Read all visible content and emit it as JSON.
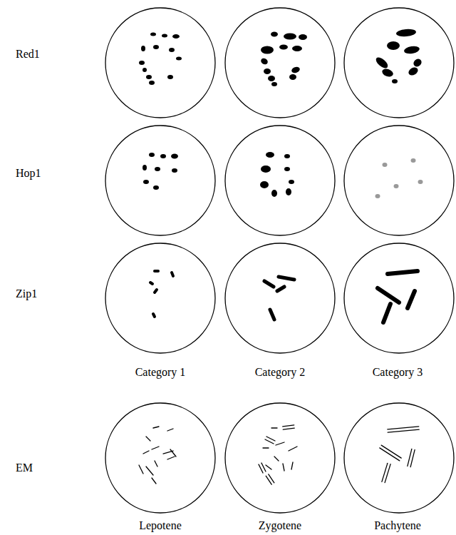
{
  "diagram": {
    "labels": [
      "Red1",
      "Hop1",
      "Zip1",
      "Category 1",
      "Category 2",
      "Category 3",
      "EM",
      "Lepotene",
      "Zygotene",
      "Pachytene"
    ]
  }
}
